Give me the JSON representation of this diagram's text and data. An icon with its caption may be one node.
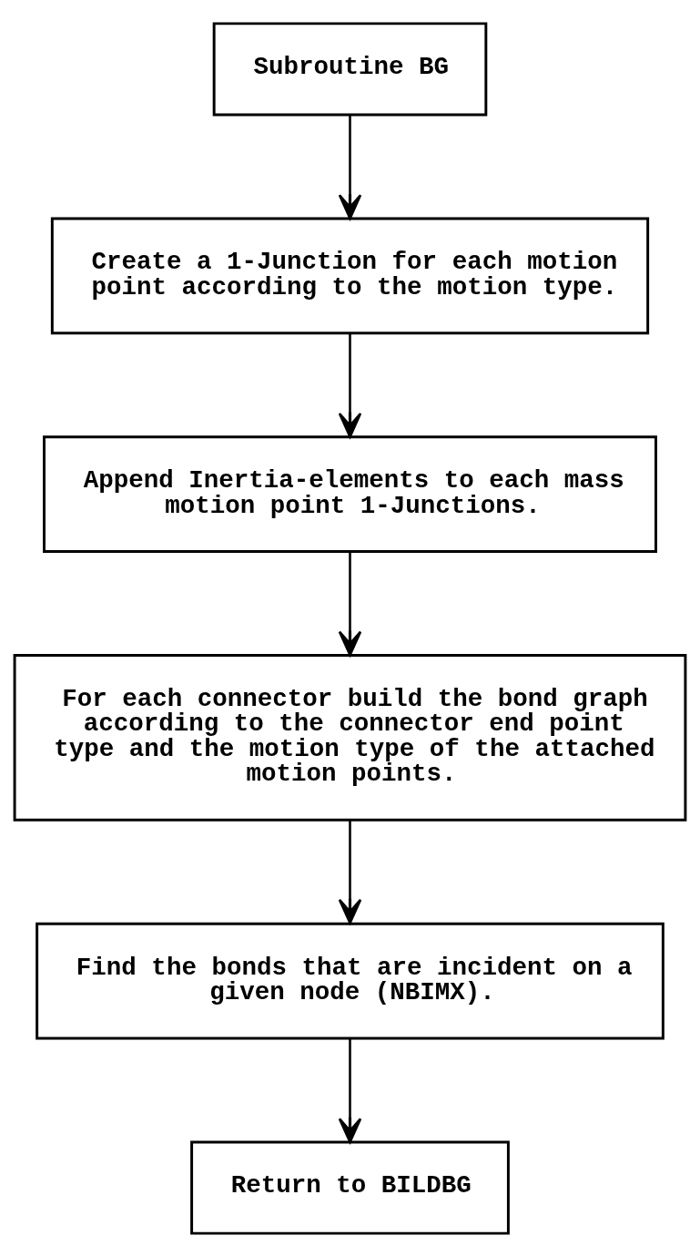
{
  "diagram": {
    "nodes": [
      {
        "text": [
          "Subroutine BG"
        ]
      },
      {
        "text": [
          "Create a 1-Junction for each motion point according to the motion type."
        ]
      },
      {
        "text": [
          "Append Inertia-elements to each mass motion point 1-Junctions."
        ]
      },
      {
        "text": [
          "For each connector build the bond graph according to the connector end point type and the motion type of the attached motion points."
        ]
      },
      {
        "text": [
          "Find the bonds that are incident on a given node (NBIMX)."
        ]
      },
      {
        "text": [
          "Return to BILDBG"
        ]
      }
    ],
    "edges": [
      {
        "from": 0,
        "to": 1,
        "arrow": "to"
      },
      {
        "from": 1,
        "to": 2,
        "arrow": "to"
      },
      {
        "from": 2,
        "to": 3,
        "arrow": "to"
      },
      {
        "from": 3,
        "to": 4,
        "arrow": "to"
      },
      {
        "from": 4,
        "to": 5,
        "arrow": "to"
      }
    ]
  }
}
